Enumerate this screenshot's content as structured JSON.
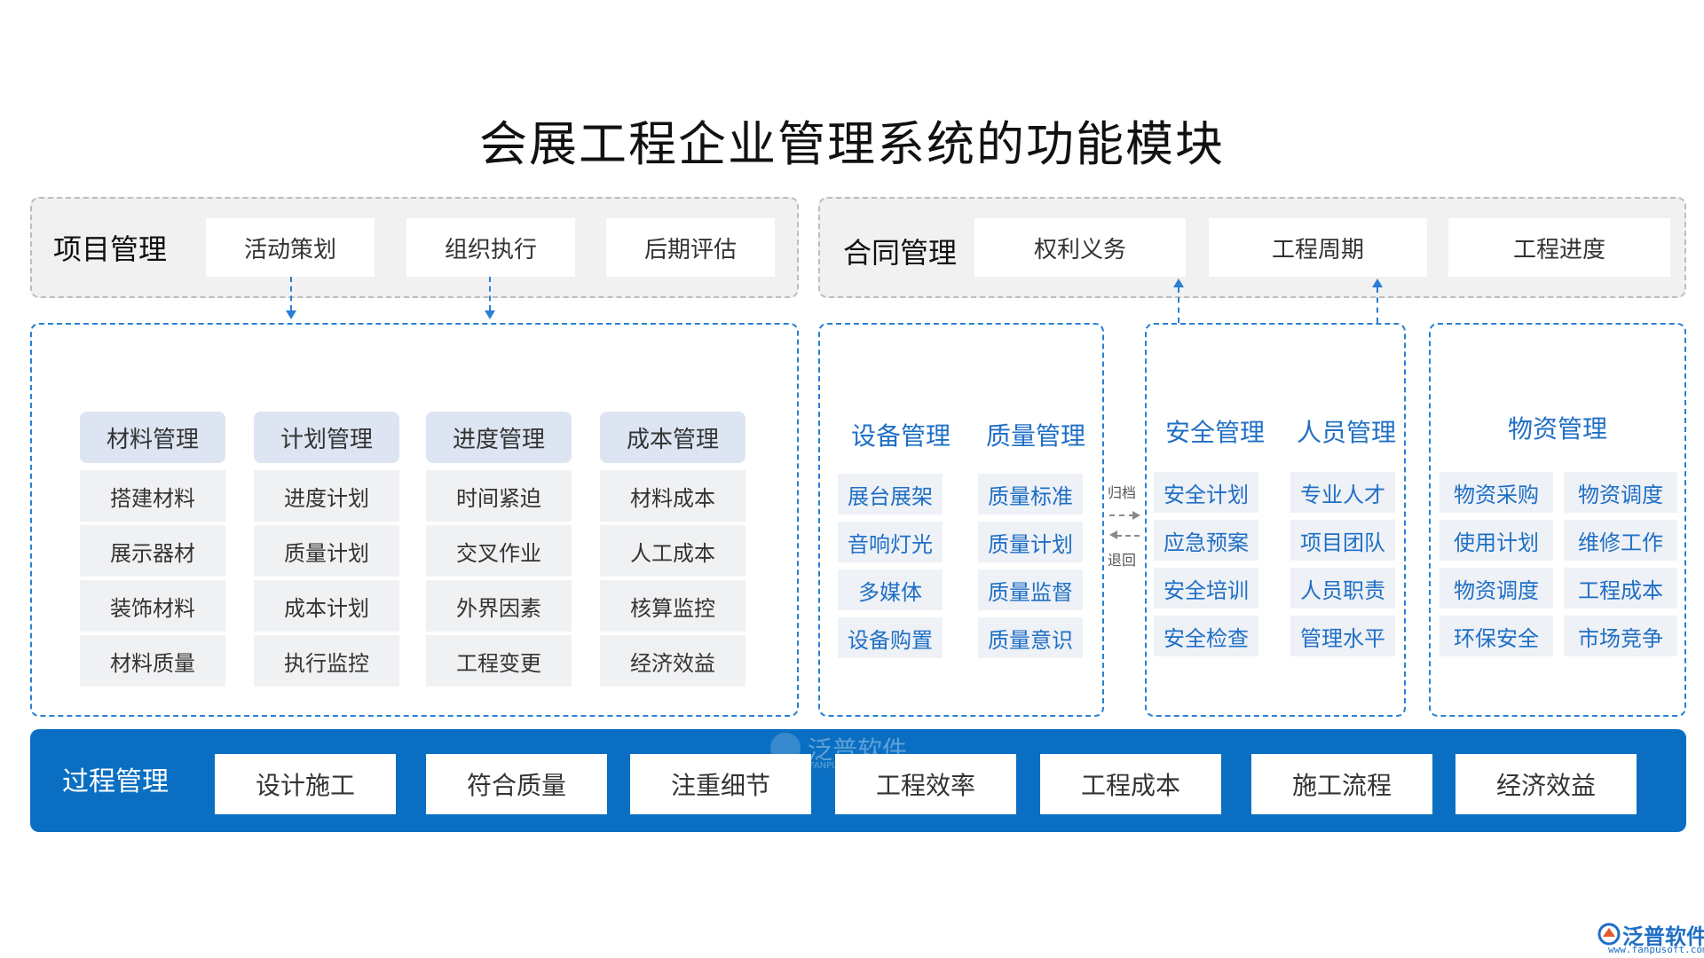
{
  "title": "会展工程企业管理系统的功能模块",
  "project_mgmt": {
    "label": "项目管理",
    "tabs": [
      "活动策划",
      "组织执行",
      "后期评估"
    ]
  },
  "contract_mgmt": {
    "label": "合同管理",
    "tabs": [
      "权利义务",
      "工程周期",
      "工程进度"
    ]
  },
  "left_columns": [
    {
      "head": "材料管理",
      "items": [
        "搭建材料",
        "展示器材",
        "装饰材料",
        "材料质量"
      ]
    },
    {
      "head": "计划管理",
      "items": [
        "进度计划",
        "质量计划",
        "成本计划",
        "执行监控"
      ]
    },
    {
      "head": "进度管理",
      "items": [
        "时间紧迫",
        "交叉作业",
        "外界因素",
        "工程变更"
      ]
    },
    {
      "head": "成本管理",
      "items": [
        "材料成本",
        "人工成本",
        "核算监控",
        "经济效益"
      ]
    }
  ],
  "equipment_quality": [
    {
      "head": "设备管理",
      "items": [
        "展台展架",
        "音响灯光",
        "多媒体",
        "设备购置"
      ]
    },
    {
      "head": "质量管理",
      "items": [
        "质量标准",
        "质量计划",
        "质量监督",
        "质量意识"
      ]
    }
  ],
  "arrows_mid": {
    "top": "归档",
    "bottom": "退回"
  },
  "safety_personnel": [
    {
      "head": "安全管理",
      "items": [
        "安全计划",
        "应急预案",
        "安全培训",
        "安全检查"
      ]
    },
    {
      "head": "人员管理",
      "items": [
        "专业人才",
        "项目团队",
        "人员职责",
        "管理水平"
      ]
    }
  ],
  "materials_mgmt": {
    "head": "物资管理",
    "left": [
      "物资采购",
      "使用计划",
      "物资调度",
      "环保安全"
    ],
    "right": [
      "物资调度",
      "维修工作",
      "工程成本",
      "市场竞争"
    ]
  },
  "process_mgmt": {
    "label": "过程管理",
    "items": [
      "设计施工",
      "符合质量",
      "注重细节",
      "工程效率",
      "工程成本",
      "施工流程",
      "经济效益"
    ]
  },
  "watermark": {
    "text": "泛普软件",
    "sub": "FANPU SOFTWARE"
  },
  "logo": {
    "text": "泛普软件",
    "url": "www.fanpusoft.com"
  },
  "colors": {
    "accent_blue": "#0a6fc2",
    "text_blue": "#1f6fc5",
    "dash_blue": "#2a7fd4",
    "grey_panel": "#f1f1f1"
  }
}
